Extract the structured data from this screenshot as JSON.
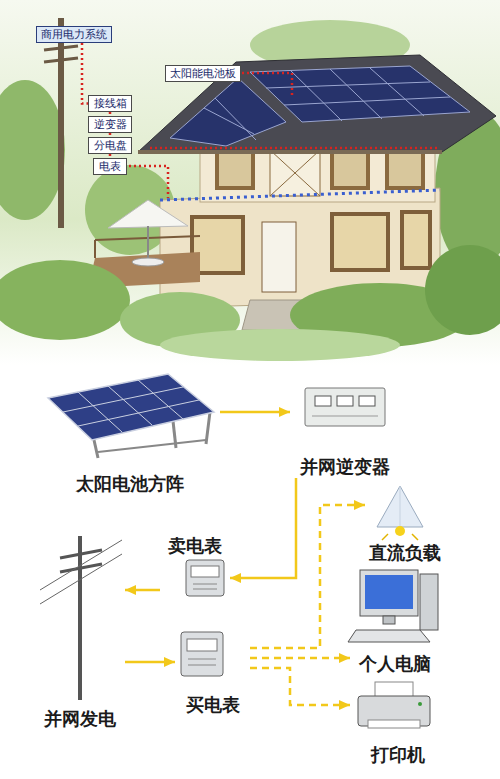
{
  "diagram": {
    "nodes": [
      {
        "text": [
          "商用电力系统"
        ]
      },
      {
        "text": [
          "太阳能电池板"
        ]
      },
      {
        "text": [
          "接线箱"
        ]
      },
      {
        "text": [
          "逆变器"
        ]
      },
      {
        "text": [
          "分电盘"
        ]
      },
      {
        "text": [
          "电表"
        ]
      },
      {
        "text": [
          "太阳电池方阵"
        ]
      },
      {
        "text": [
          "并网逆变器"
        ]
      },
      {
        "text": [
          "直流负载"
        ]
      },
      {
        "text": [
          "卖电表"
        ]
      },
      {
        "text": [
          "个人电脑"
        ]
      },
      {
        "text": [
          "买电表"
        ]
      },
      {
        "text": [
          "并网发电"
        ]
      },
      {
        "text": [
          "打印机"
        ]
      }
    ],
    "edges": [
      {
        "from": 0,
        "to": 2,
        "arrow": "none"
      },
      {
        "from": 2,
        "to": 3,
        "arrow": "none"
      },
      {
        "from": 3,
        "to": 4,
        "arrow": "none"
      },
      {
        "from": 4,
        "to": 5,
        "arrow": "none"
      },
      {
        "from": 6,
        "to": 7,
        "arrow": "to"
      },
      {
        "from": 7,
        "to": 9,
        "arrow": "to"
      },
      {
        "from": 9,
        "to": 12,
        "arrow": "to"
      },
      {
        "from": 12,
        "to": 11,
        "arrow": "to"
      },
      {
        "from": 11,
        "to": 8,
        "arrow": "to"
      },
      {
        "from": 11,
        "to": 10,
        "arrow": "to"
      },
      {
        "from": 11,
        "to": 13,
        "arrow": "to"
      }
    ]
  }
}
